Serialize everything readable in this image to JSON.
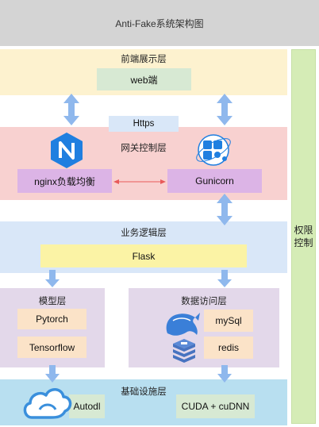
{
  "title": "Anti-Fake系统架构图",
  "layers": {
    "frontend": {
      "label": "前端展示层",
      "web": "web端"
    },
    "https": "Https",
    "gateway": {
      "label": "网关控制层",
      "nginx": "nginx负载均衡",
      "gunicorn": "Gunicorn"
    },
    "business": {
      "label": "业务逻辑层",
      "flask": "Flask"
    },
    "model": {
      "label": "模型层",
      "pytorch": "Pytorch",
      "tensorflow": "Tensorflow"
    },
    "data_access": {
      "label": "数据访问层",
      "mysql": "mySql",
      "redis": "redis"
    },
    "infra": {
      "label": "基础设施层",
      "autodl": "Autodl",
      "cuda": "CUDA + cuDNN"
    }
  },
  "side_panel": {
    "label": "权限控制"
  },
  "colors": {
    "title_bg": "#d4d4d4",
    "frontend_bg": "#fdf2cf",
    "gateway_bg": "#f8d1d0",
    "business_bg": "#d9e7f8",
    "model_bg": "#e3d8ea",
    "infra_bg": "#b8dff0",
    "node_green": "#d7e9d3",
    "node_purple": "#dcb4e6",
    "node_yellow": "#fbf3a5",
    "node_peach": "#fbe3c8",
    "side_green": "#d5ecb6",
    "arrow_blue": "#8fb8ed",
    "arrow_red": "#e85a5a"
  },
  "icons": [
    "nginx-icon",
    "gunicorn-icon",
    "mysql-dolphin-icon",
    "redis-icon",
    "cloud-icon"
  ]
}
